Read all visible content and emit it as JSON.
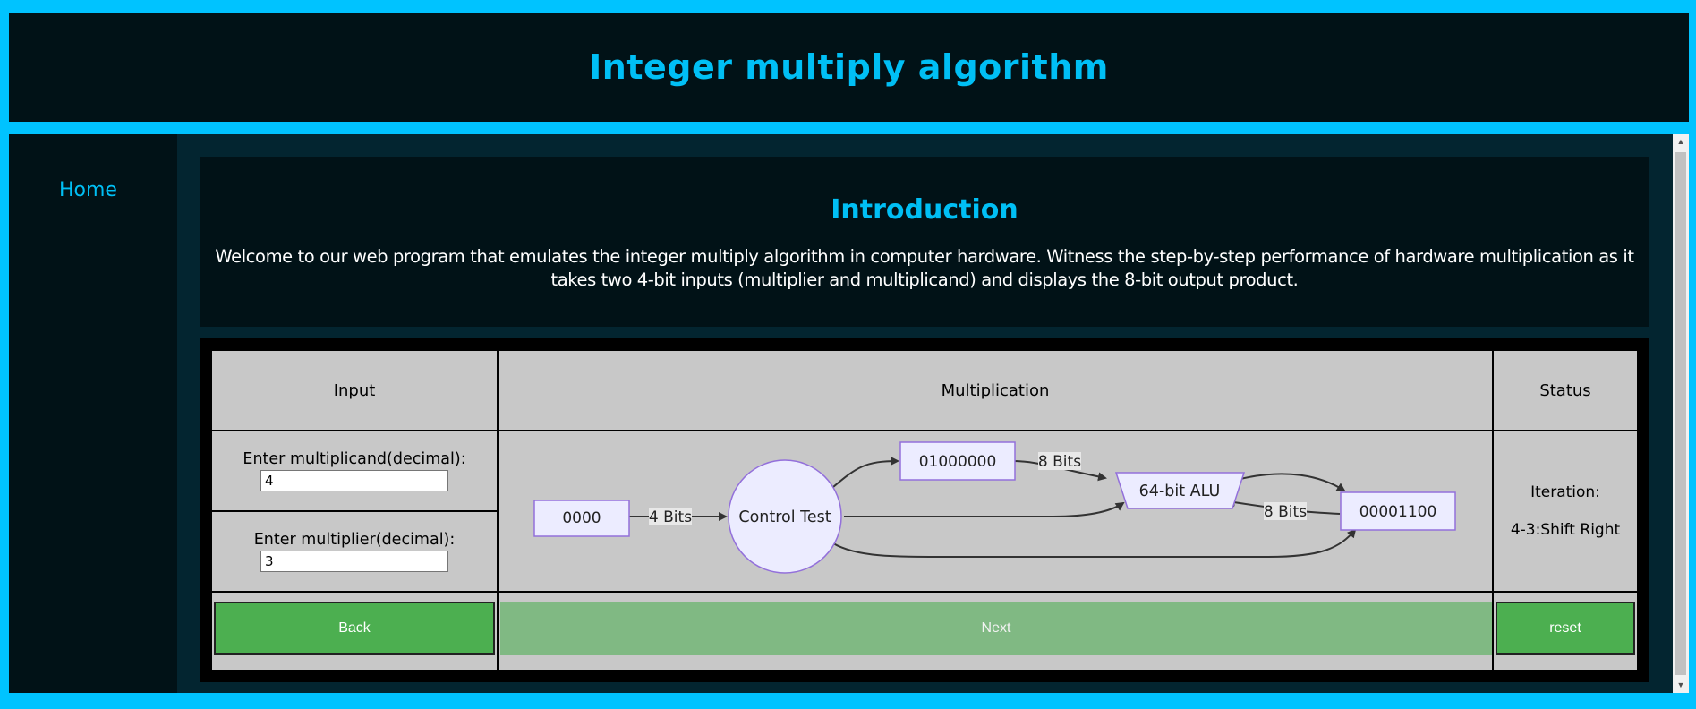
{
  "header": {
    "title": "Integer multiply algorithm"
  },
  "sidebar": {
    "items": [
      {
        "label": "Home"
      }
    ]
  },
  "intro": {
    "heading": "Introduction",
    "text": "Welcome to our web program that emulates the integer multiply algorithm in computer hardware. Witness the step-by-step performance of hardware multiplication as it takes two 4-bit inputs (multiplier and multiplicand) and displays the 8-bit output product."
  },
  "table": {
    "headers": {
      "input": "Input",
      "multiplication": "Multiplication",
      "status": "Status"
    },
    "multiplicand": {
      "label": "Enter multiplicand(decimal):",
      "value": "4"
    },
    "multiplier": {
      "label": "Enter multiplier(decimal):",
      "value": "3"
    },
    "status": {
      "iteration_label": "Iteration:",
      "step": "4-3:Shift Right"
    },
    "buttons": {
      "back": "Back",
      "next": "Next",
      "reset": "reset"
    }
  },
  "diagram": {
    "multiplier_register": "0000",
    "multiplier_edge_label": "4 Bits",
    "control_node": "Control Test",
    "multiplicand_register": "01000000",
    "multiplicand_edge_label": "8 Bits",
    "alu_label": "64-bit ALU",
    "product_edge_label": "8 Bits",
    "product_register": "00001100"
  },
  "colors": {
    "page_frame": "#00c3ff",
    "panel_dark": "#011217",
    "accent_cyan": "#00bff5",
    "button_green": "#4caf50",
    "button_green_disabled": "#80b983",
    "node_fill": "#ececff",
    "node_stroke": "#9370db"
  },
  "scrollbar": {
    "up_icon": "triangle-up",
    "down_icon": "triangle-down"
  }
}
